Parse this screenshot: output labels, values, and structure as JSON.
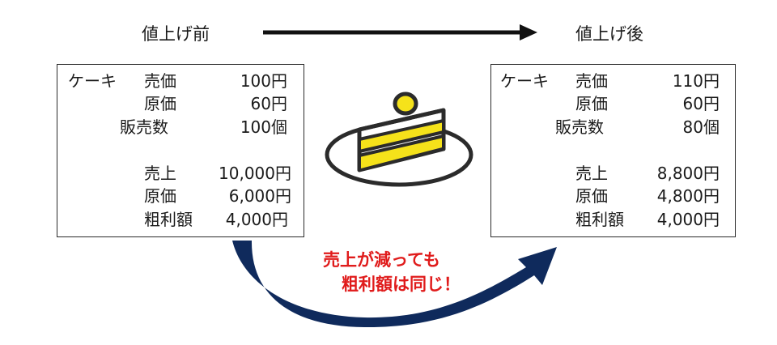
{
  "headings": {
    "before": "値上げ前",
    "after": "値上げ後"
  },
  "before": {
    "product": "ケーキ",
    "rows": [
      {
        "label": "売価",
        "value": "100円"
      },
      {
        "label": "原価",
        "value": "60円"
      },
      {
        "label": "販売数",
        "value": "100個"
      }
    ],
    "results": [
      {
        "label": "売上",
        "value": "10,000円"
      },
      {
        "label": "原価",
        "value": "6,000円"
      },
      {
        "label": "粗利額",
        "value": "4,000円"
      }
    ]
  },
  "after": {
    "product": "ケーキ",
    "rows": [
      {
        "label": "売価",
        "value": "110円"
      },
      {
        "label": "原価",
        "value": "60円"
      },
      {
        "label": "販売数",
        "value": "80個"
      }
    ],
    "results": [
      {
        "label": "売上",
        "value": "8,800円"
      },
      {
        "label": "原価",
        "value": "4,800円"
      },
      {
        "label": "粗利額",
        "value": "4,000円"
      }
    ]
  },
  "message": {
    "line1": "売上が減っても",
    "line2": "粗利額は同じ！"
  },
  "colors": {
    "curved_arrow": "#0f2a5c",
    "message_text": "#e01b1b",
    "cake_fill": "#f5e21a",
    "outline": "#2b2b2b"
  },
  "icons": {
    "cake": "cake-slice-icon",
    "arrow": "right-arrow-icon"
  }
}
